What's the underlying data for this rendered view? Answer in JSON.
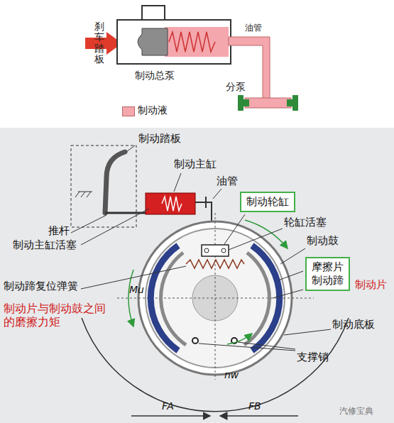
{
  "diagram": {
    "nodes": [
      {
        "text": [
          "制动轮缸"
        ]
      },
      {
        "text": [
          "摩擦片",
          "制动蹄"
        ]
      }
    ],
    "labels": [
      "刹车踏板",
      "制动总泵",
      "油管",
      "分泵",
      "制动踏板",
      "制动主缸",
      "油管",
      "推杆",
      "制动主缸活塞",
      "轮缸活塞",
      "制动鼓",
      "制动片",
      "制动蹄复位弹簧",
      "制动片与制动鼓之间的磨擦力矩",
      "Mu",
      "制动底板",
      "支撑销",
      "nw",
      "FA",
      "FB",
      "汽修宝典"
    ],
    "legend": [
      {
        "text": "制动液",
        "color": "#f4a7ad"
      }
    ]
  }
}
